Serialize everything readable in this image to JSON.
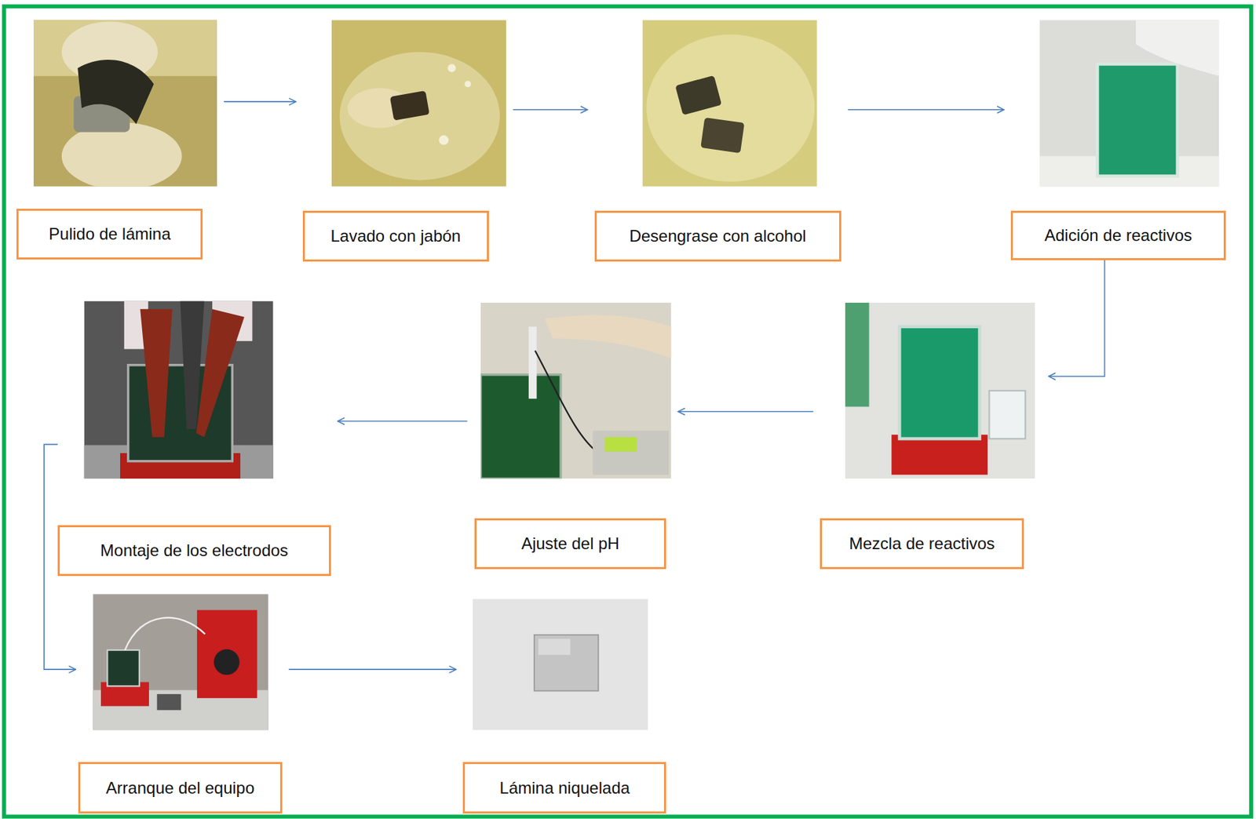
{
  "diagram": {
    "nodes": [
      {
        "text": [
          "Pulido de lámina"
        ]
      },
      {
        "text": [
          "Lavado con jabón"
        ]
      },
      {
        "text": [
          "Desengrase con alcohol"
        ]
      },
      {
        "text": [
          "Adición de reactivos"
        ]
      },
      {
        "text": [
          "Mezcla de reactivos"
        ]
      },
      {
        "text": [
          "Ajuste del pH"
        ]
      },
      {
        "text": [
          "Montaje de los electrodos"
        ]
      },
      {
        "text": [
          "Arranque del equipo"
        ]
      },
      {
        "text": [
          "Lámina niquelada"
        ]
      }
    ],
    "edges": [
      {
        "from": 0,
        "to": 1,
        "arrow": "to"
      },
      {
        "from": 1,
        "to": 2,
        "arrow": "to"
      },
      {
        "from": 2,
        "to": 3,
        "arrow": "to"
      },
      {
        "from": 3,
        "to": 4,
        "arrow": "to"
      },
      {
        "from": 4,
        "to": 5,
        "arrow": "to"
      },
      {
        "from": 5,
        "to": 6,
        "arrow": "to"
      },
      {
        "from": 6,
        "to": 7,
        "arrow": "to"
      },
      {
        "from": 7,
        "to": 8,
        "arrow": "to"
      }
    ]
  }
}
